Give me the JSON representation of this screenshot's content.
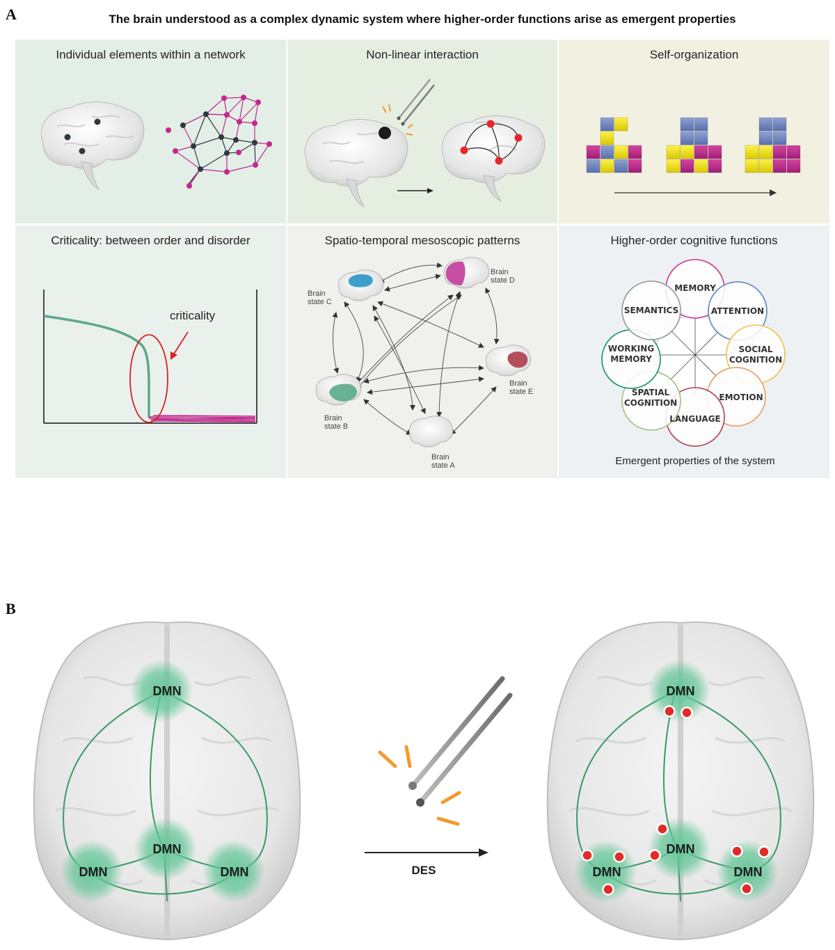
{
  "panel_a": {
    "letter": "A",
    "title": "The brain understood as a complex dynamic system where higher-order functions arise as emergent properties",
    "cells": {
      "individual": {
        "title": "Individual elements within a network"
      },
      "nonlinear": {
        "title": "Non-linear interaction"
      },
      "selforg": {
        "title": "Self-organization"
      },
      "criticality": {
        "title": "Criticality: between order and disorder",
        "label": "criticality"
      },
      "spatio": {
        "title": "Spatio-temporal mesoscopic patterns",
        "state_a": [
          "Brain",
          "state A"
        ],
        "state_b": [
          "Brain",
          "state B"
        ],
        "state_c": [
          "Brain",
          "state C"
        ],
        "state_d": [
          "Brain",
          "state D"
        ],
        "state_e": [
          "Brain",
          "state E"
        ]
      },
      "cognitive": {
        "title": "Higher-order cognitive functions",
        "functions": {
          "memory": "MEMORY",
          "attention": "ATTENTION",
          "social": [
            "SOCIAL",
            "COGNITION"
          ],
          "emotion": "EMOTION",
          "language": "LANGUAGE",
          "spatial": [
            "SPATIAL",
            "COGNITION"
          ],
          "working": [
            "WORKING",
            "MEMORY"
          ],
          "semantics": "SEMANTICS"
        },
        "footer": "Emergent properties of the system"
      }
    },
    "colors": {
      "green_bg": "#e3eee6",
      "yellow_bg": "#f2f0e0",
      "gray_bg": "#eef1f4",
      "magenta": "#c2288e",
      "node_dark": "#2f3940",
      "red_node": "#e8262b",
      "curve_green": "#5aa88a"
    }
  },
  "panel_b": {
    "letter": "B",
    "dmn_label": "DMN",
    "arrow_label": "DES",
    "colors": {
      "dmn_glow": "#61c596",
      "network_line": "#3a9a66",
      "red_dot": "#e32a2a",
      "spark": "#f39a2d"
    }
  }
}
